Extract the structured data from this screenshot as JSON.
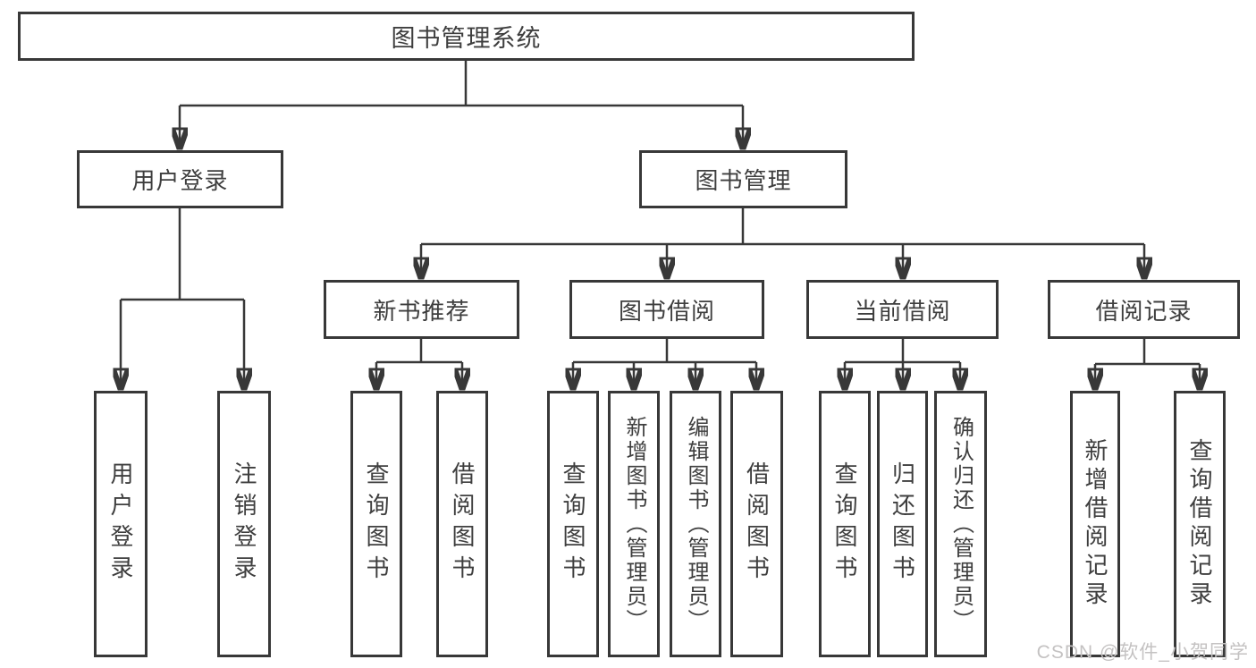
{
  "colors": {
    "line": "#383838",
    "text": "#3e3e3e",
    "box-background": "#ffffff",
    "page-background": "#ffffff",
    "watermark": "#c4c2c2"
  },
  "diagram": {
    "root": {
      "label": "图书管理系统"
    },
    "level2": [
      {
        "label": "用户登录",
        "parent": "图书管理系统"
      },
      {
        "label": "图书管理",
        "parent": "图书管理系统"
      }
    ],
    "level3": [
      {
        "label": "新书推荐",
        "parent": "图书管理"
      },
      {
        "label": "图书借阅",
        "parent": "图书管理"
      },
      {
        "label": "当前借阅",
        "parent": "图书管理"
      },
      {
        "label": "借阅记录",
        "parent": "图书管理"
      }
    ],
    "leaves": [
      {
        "label": "用户登录",
        "parent": "用户登录"
      },
      {
        "label": "注销登录",
        "parent": "用户登录"
      },
      {
        "label": "查询图书",
        "parent": "新书推荐"
      },
      {
        "label": "借阅图书",
        "parent": "新书推荐"
      },
      {
        "label": "查询图书",
        "parent": "图书借阅"
      },
      {
        "label": "新增图书（管理员）",
        "parent": "图书借阅"
      },
      {
        "label": "编辑图书（管理员）",
        "parent": "图书借阅"
      },
      {
        "label": "借阅图书",
        "parent": "图书借阅"
      },
      {
        "label": "查询图书",
        "parent": "当前借阅"
      },
      {
        "label": "归还图书",
        "parent": "当前借阅"
      },
      {
        "label": "确认归还（管理员）",
        "parent": "当前借阅"
      },
      {
        "label": "新增借阅记录",
        "parent": "借阅记录"
      },
      {
        "label": "查询借阅记录",
        "parent": "借阅记录"
      }
    ]
  },
  "watermark": {
    "text": "CSDN @软件_小贺同学"
  }
}
